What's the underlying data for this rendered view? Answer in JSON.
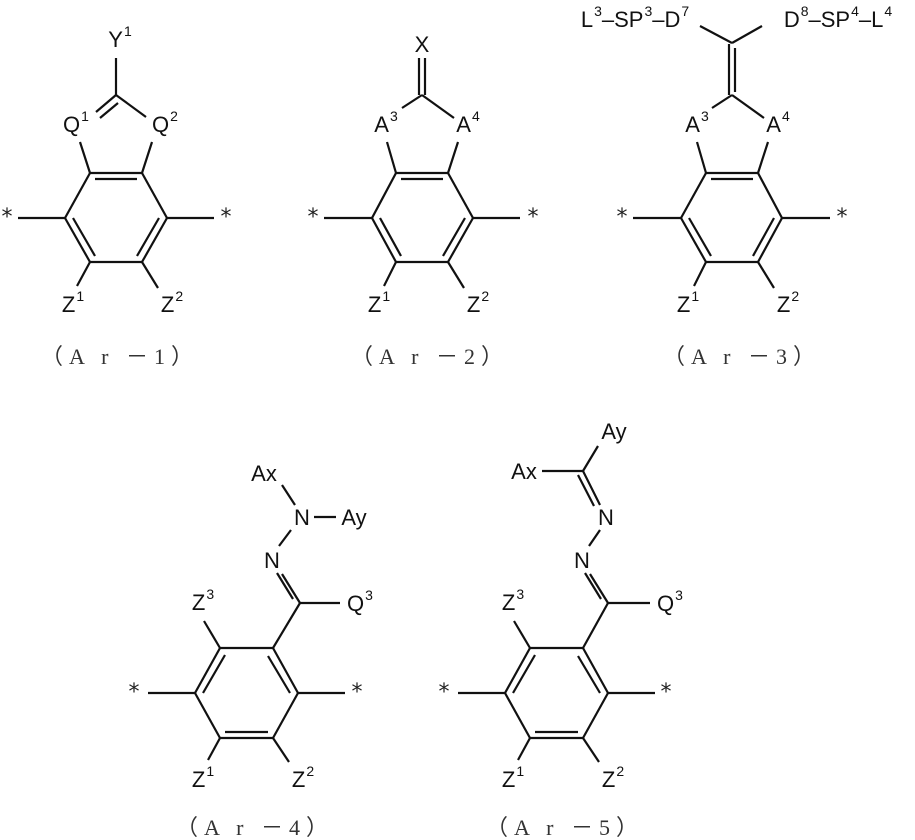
{
  "structures": [
    {
      "id": "Ar-1",
      "caption": "（A r －1）",
      "labels": {
        "top": "Y",
        "top_sup": "1",
        "left_ring": "Q",
        "left_ring_sup": "1",
        "right_ring": "Q",
        "right_ring_sup": "2",
        "z_left": "Z",
        "z_left_sup": "1",
        "z_right": "Z",
        "z_right_sup": "2",
        "attach": "*"
      }
    },
    {
      "id": "Ar-2",
      "caption": "（A r －2）",
      "labels": {
        "top": "X",
        "left_ring": "A",
        "left_ring_sup": "3",
        "right_ring": "A",
        "right_ring_sup": "4",
        "z_left": "Z",
        "z_left_sup": "1",
        "z_right": "Z",
        "z_right_sup": "2",
        "attach": "*"
      }
    },
    {
      "id": "Ar-3",
      "caption": "（A r －3）",
      "labels": {
        "chain_left": [
          "L",
          "3",
          "–SP",
          "3",
          "–D",
          "7"
        ],
        "chain_right": [
          "D",
          "8",
          "–SP",
          "4",
          "–L",
          "4"
        ],
        "left_ring": "A",
        "left_ring_sup": "3",
        "right_ring": "A",
        "right_ring_sup": "4",
        "z_left": "Z",
        "z_left_sup": "1",
        "z_right": "Z",
        "z_right_sup": "2",
        "attach": "*"
      }
    },
    {
      "id": "Ar-4",
      "caption": "（A r －4）",
      "labels": {
        "ax": "Ax",
        "ay": "Ay",
        "n_upper": "N",
        "n_lower": "N",
        "q": "Q",
        "q_sup": "3",
        "z_top": "Z",
        "z_top_sup": "3",
        "z_left": "Z",
        "z_left_sup": "1",
        "z_right": "Z",
        "z_right_sup": "2",
        "attach": "*"
      }
    },
    {
      "id": "Ar-5",
      "caption": "（A r －5）",
      "labels": {
        "ax": "Ax",
        "ay": "Ay",
        "n_upper": "N",
        "n_lower": "N",
        "q": "Q",
        "q_sup": "3",
        "z_top": "Z",
        "z_top_sup": "3",
        "z_left": "Z",
        "z_left_sup": "1",
        "z_right": "Z",
        "z_right_sup": "2",
        "attach": "*"
      }
    }
  ]
}
